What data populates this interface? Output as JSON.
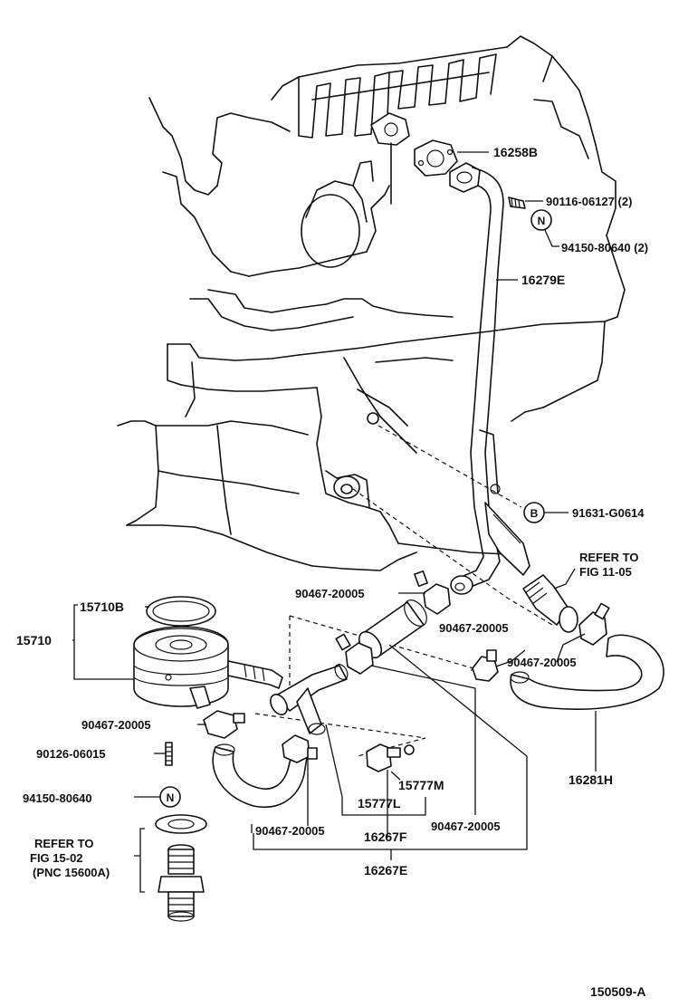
{
  "parts": {
    "p16258B": "16258B",
    "p90116": "90116-06127 (2)",
    "p94150_top": "94150-80640 (2)",
    "p16279E": "16279E",
    "p91631": "91631-G0614",
    "refer1_a": "REFER TO",
    "refer1_b": "FIG 11-05",
    "p90467_a": "90467-20005",
    "p15710B": "15710B",
    "p90467_b": "90467-20005",
    "p15710": "15710",
    "p90467_c": "90467-20005",
    "p90467_d": "90467-20005",
    "p90126": "90126-06015",
    "p16281H": "16281H",
    "p15777M": "15777M",
    "p94150_bot": "94150-80640",
    "p15777L": "15777L",
    "p90467_e": "90467-20005",
    "p16267F": "16267F",
    "p90467_f": "90467-20005",
    "refer2_a": "REFER TO",
    "refer2_b": "FIG 15-02",
    "refer2_c": "(PNC 15600A)",
    "p16267E": "16267E",
    "fig_id": "150509-A"
  },
  "markers": {
    "n_symbol": "N",
    "b_symbol": "B"
  }
}
